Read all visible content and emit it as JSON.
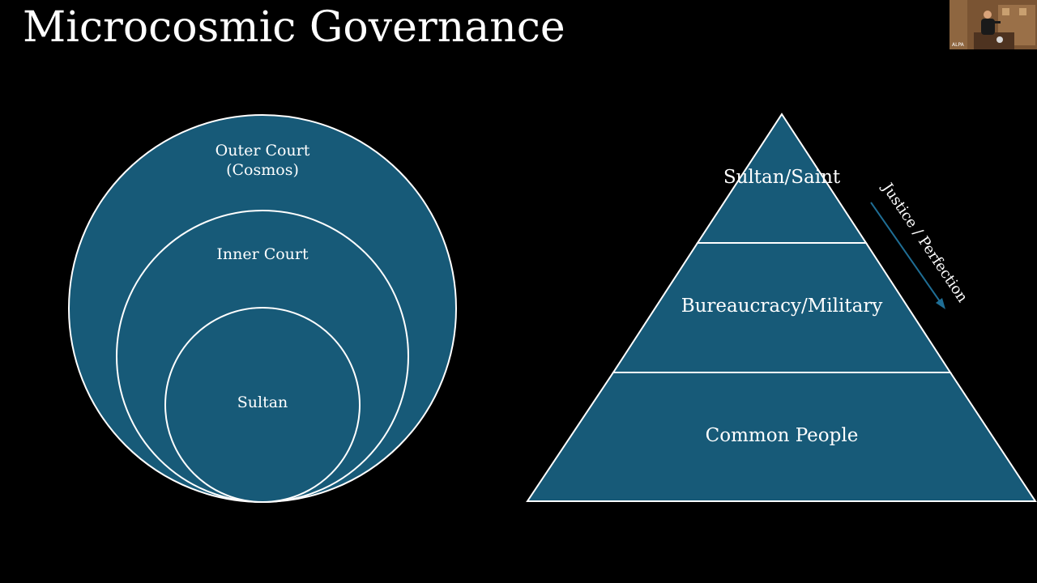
{
  "slide": {
    "title": "Microcosmic Governance"
  },
  "circles_diagram": {
    "outer_label_line1": "Outer Court",
    "outer_label_line2": "(Cosmos)",
    "middle_label": "Inner Court",
    "inner_label": "Sultan"
  },
  "pyramid_diagram": {
    "top_tier": "Sultan/Saint",
    "middle_tier": "Bureaucracy/Military",
    "bottom_tier": "Common People",
    "arrow_label": "Justice / Perfection"
  },
  "webcam": {
    "label": "ALPA"
  },
  "colors": {
    "background": "#000000",
    "shape_fill": "#175a78",
    "outline": "#ffffff",
    "arrow": "#1f6e95"
  }
}
